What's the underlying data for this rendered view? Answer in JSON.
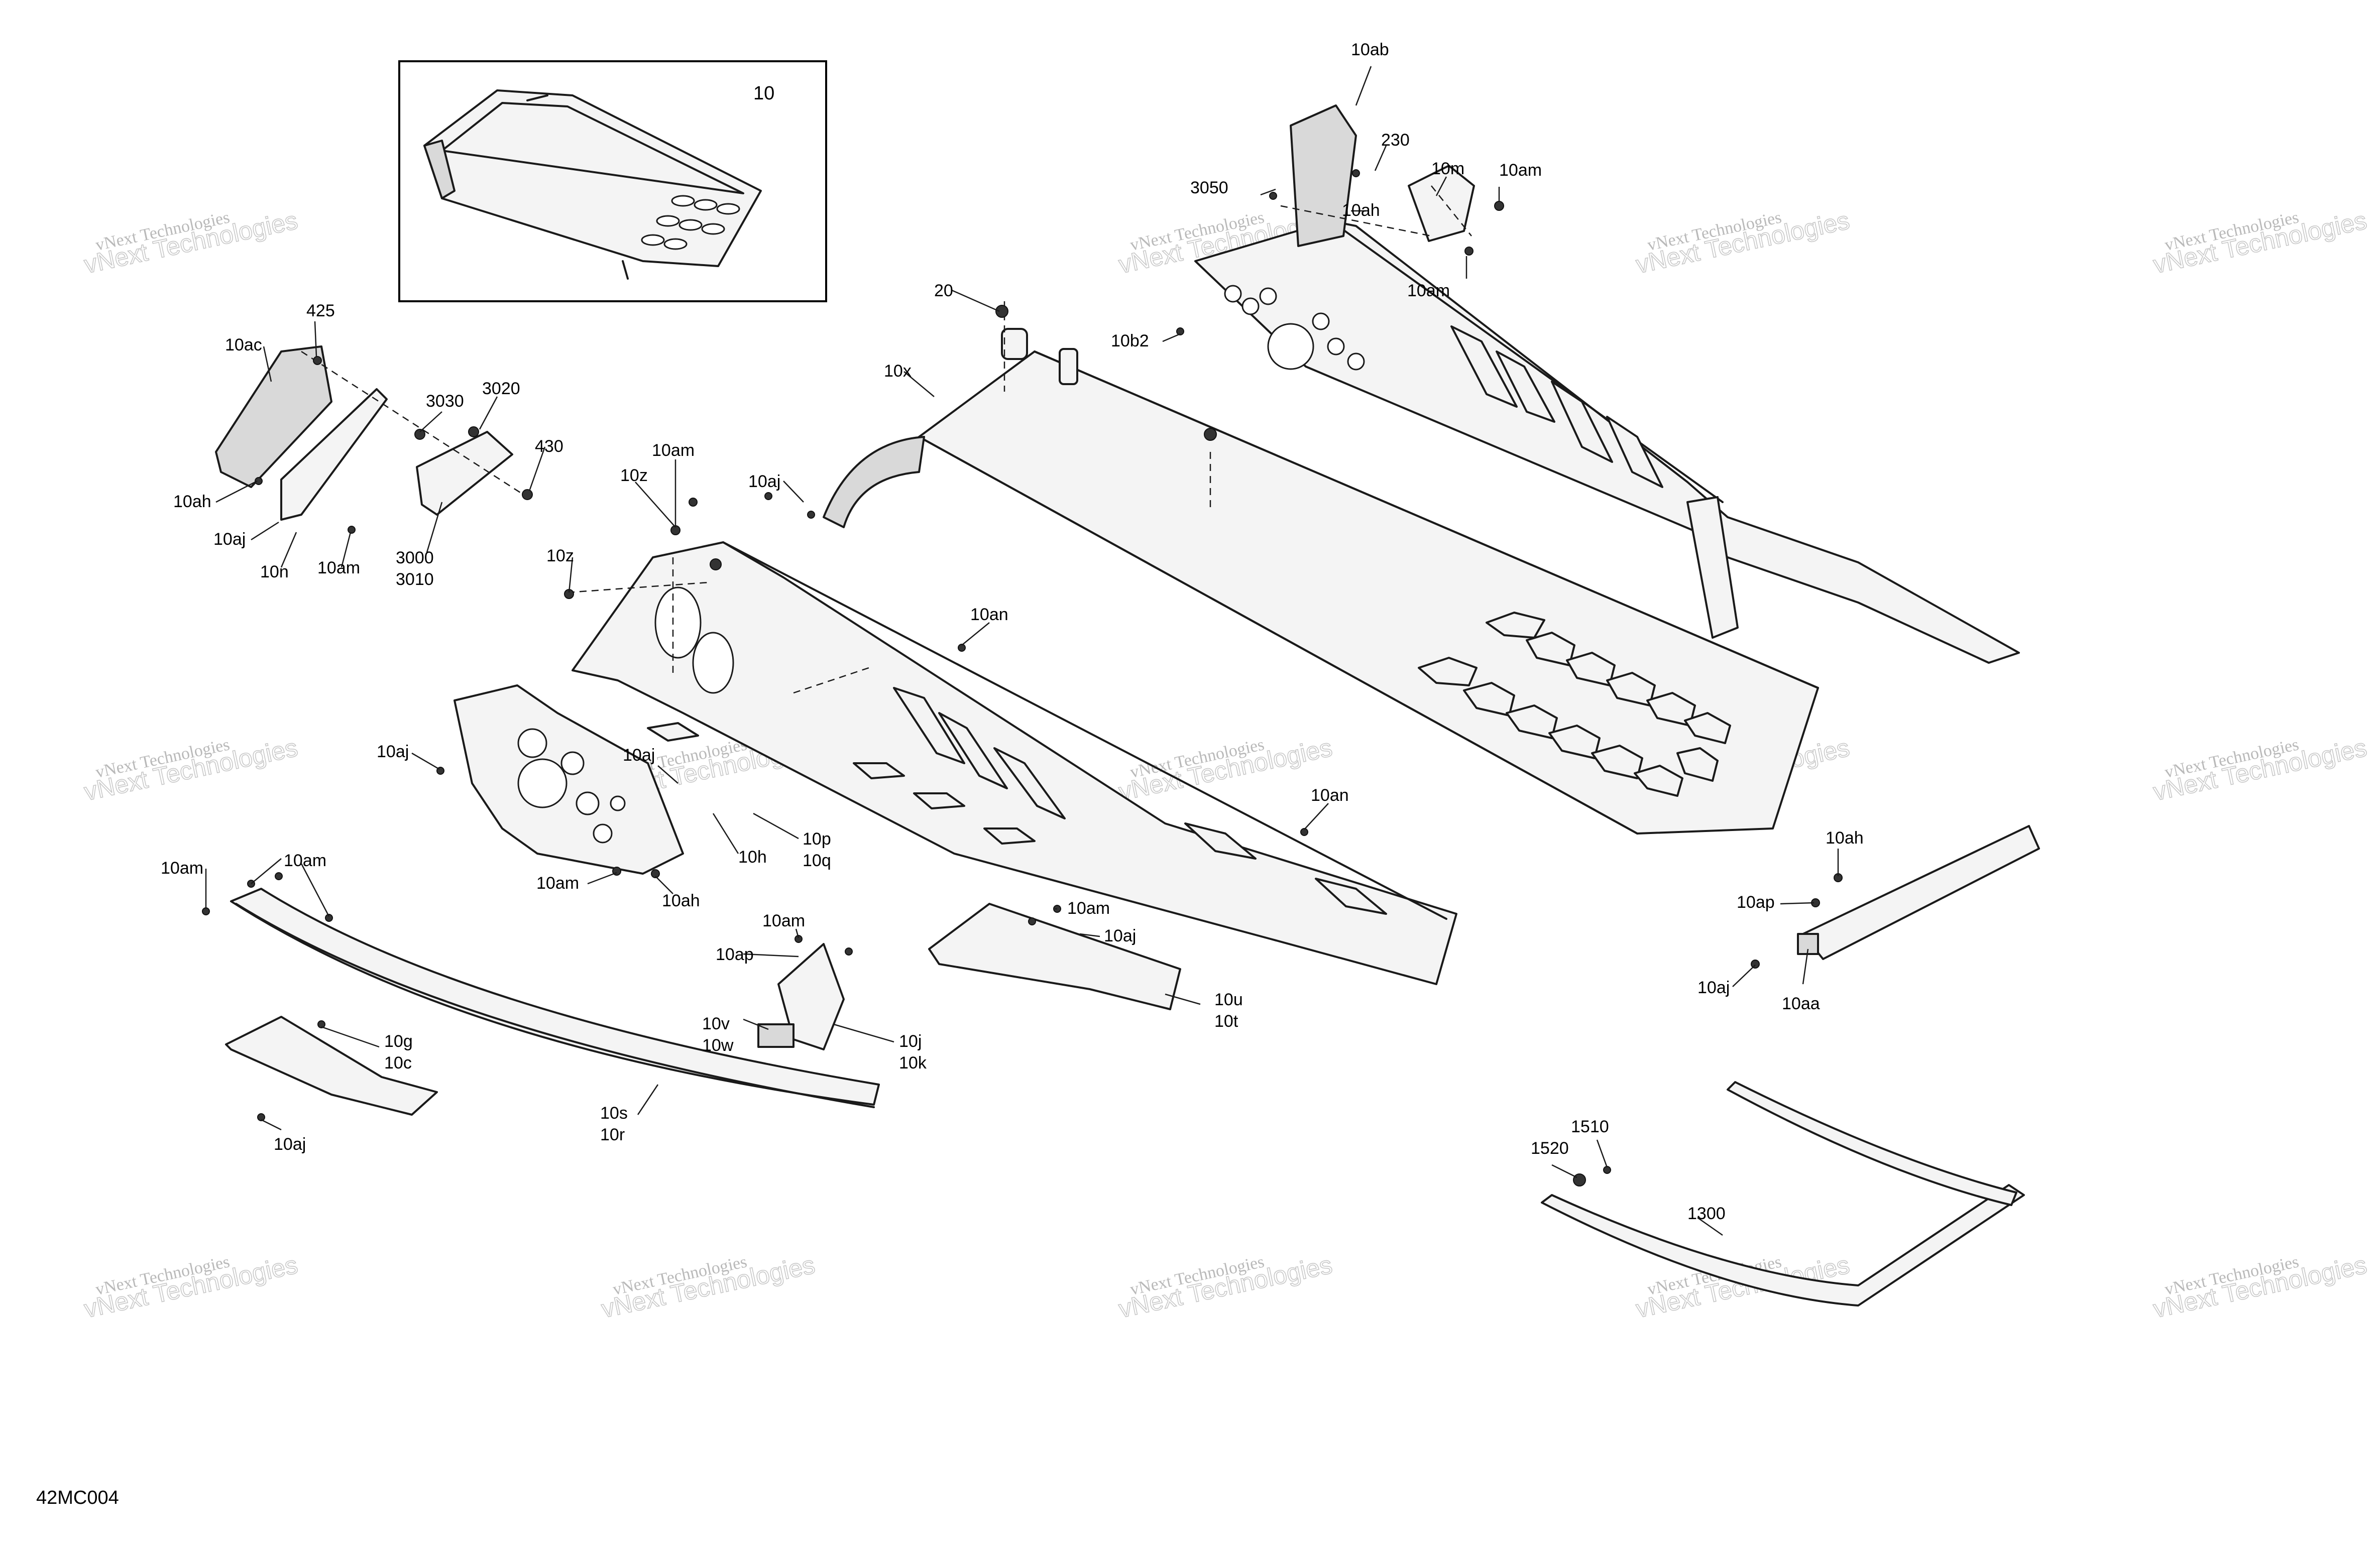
{
  "diagram": {
    "figure_ref": "42MC004",
    "inset_label": "10",
    "watermark": {
      "line1": "vNext Technologies",
      "line2": "vNext Technologies"
    },
    "callouts": [
      {
        "id": "c-10ab-top",
        "text": "10ab"
      },
      {
        "id": "c-230",
        "text": "230"
      },
      {
        "id": "c-10m",
        "text": "10m"
      },
      {
        "id": "c-10am-tr1",
        "text": "10am"
      },
      {
        "id": "c-3050",
        "text": "3050"
      },
      {
        "id": "c-10ah-tr",
        "text": "10ah"
      },
      {
        "id": "c-10am-tr2",
        "text": "10am"
      },
      {
        "id": "c-20",
        "text": "20"
      },
      {
        "id": "c-10b2",
        "text": "10b2"
      },
      {
        "id": "c-10x",
        "text": "10x"
      },
      {
        "id": "c-10aj-top",
        "text": "10aj"
      },
      {
        "id": "c-425",
        "text": "425"
      },
      {
        "id": "c-10ac",
        "text": "10ac"
      },
      {
        "id": "c-3030",
        "text": "3030"
      },
      {
        "id": "c-3020",
        "text": "3020"
      },
      {
        "id": "c-430",
        "text": "430"
      },
      {
        "id": "c-10ah-left",
        "text": "10ah"
      },
      {
        "id": "c-10aj-left",
        "text": "10aj"
      },
      {
        "id": "c-10n",
        "text": "10n"
      },
      {
        "id": "c-10am-left",
        "text": "10am"
      },
      {
        "id": "c-3000",
        "text": "3000"
      },
      {
        "id": "c-3010",
        "text": "3010"
      },
      {
        "id": "c-10am-mid",
        "text": "10am"
      },
      {
        "id": "c-10z-1",
        "text": "10z"
      },
      {
        "id": "c-10z-2",
        "text": "10z"
      },
      {
        "id": "c-10an-1",
        "text": "10an"
      },
      {
        "id": "c-10aj-mid1",
        "text": "10aj"
      },
      {
        "id": "c-10aj-mid2",
        "text": "10aj"
      },
      {
        "id": "c-10p",
        "text": "10p"
      },
      {
        "id": "c-10q",
        "text": "10q"
      },
      {
        "id": "c-10h",
        "text": "10h"
      },
      {
        "id": "c-10am-mid2",
        "text": "10am"
      },
      {
        "id": "c-10ah-mid",
        "text": "10ah"
      },
      {
        "id": "c-10an-2",
        "text": "10an"
      },
      {
        "id": "c-10am-l1",
        "text": "10am"
      },
      {
        "id": "c-10am-l2",
        "text": "10am"
      },
      {
        "id": "c-10am-mid3",
        "text": "10am"
      },
      {
        "id": "c-10ap-mid",
        "text": "10ap"
      },
      {
        "id": "c-10v",
        "text": "10v"
      },
      {
        "id": "c-10w",
        "text": "10w"
      },
      {
        "id": "c-10j",
        "text": "10j"
      },
      {
        "id": "c-10k",
        "text": "10k"
      },
      {
        "id": "c-10am-mid4",
        "text": "10am"
      },
      {
        "id": "c-10aj-mid3",
        "text": "10aj"
      },
      {
        "id": "c-10u",
        "text": "10u"
      },
      {
        "id": "c-10t",
        "text": "10t"
      },
      {
        "id": "c-10g",
        "text": "10g"
      },
      {
        "id": "c-10c",
        "text": "10c"
      },
      {
        "id": "c-10aj-bot",
        "text": "10aj"
      },
      {
        "id": "c-10s",
        "text": "10s"
      },
      {
        "id": "c-10r",
        "text": "10r"
      },
      {
        "id": "c-10ah-right",
        "text": "10ah"
      },
      {
        "id": "c-10ap-right",
        "text": "10ap"
      },
      {
        "id": "c-10aj-right",
        "text": "10aj"
      },
      {
        "id": "c-10aa",
        "text": "10aa"
      },
      {
        "id": "c-1510",
        "text": "1510"
      },
      {
        "id": "c-1520",
        "text": "1520"
      },
      {
        "id": "c-1300",
        "text": "1300"
      }
    ]
  }
}
